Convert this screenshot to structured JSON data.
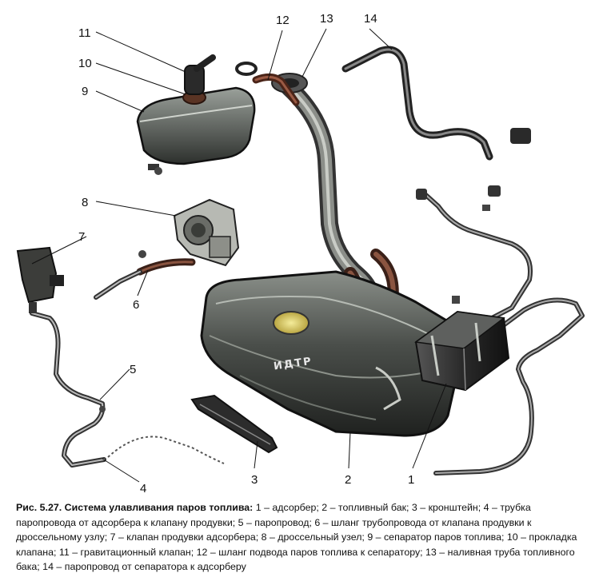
{
  "diagram": {
    "labels": [
      "1",
      "2",
      "3",
      "4",
      "5",
      "6",
      "7",
      "8",
      "9",
      "10",
      "11",
      "12",
      "13",
      "14"
    ],
    "watermark": "ИДТР"
  },
  "caption": {
    "title": "Рис. 5.27. Система улавливания паров топлива:",
    "text": " 1 – адсорбер; 2 – топливный бак; 3 – кронштейн; 4 – трубка паропровода от адсорбера к клапану продувки; 5 – паропровод; 6 – шланг трубопровода от клапана продувки к дроссельному узлу; 7 – клапан продувки адсорбера; 8 – дроссельный узел; 9 – сепаратор паров топлива; 10 – прокладка клапана; 11 – гравитационный клапан; 12 – шланг подвода паров топлива к сепаратору; 13 – наливная труба топливного бака; 14 – паропровод от сепаратора к адсорберу"
  }
}
